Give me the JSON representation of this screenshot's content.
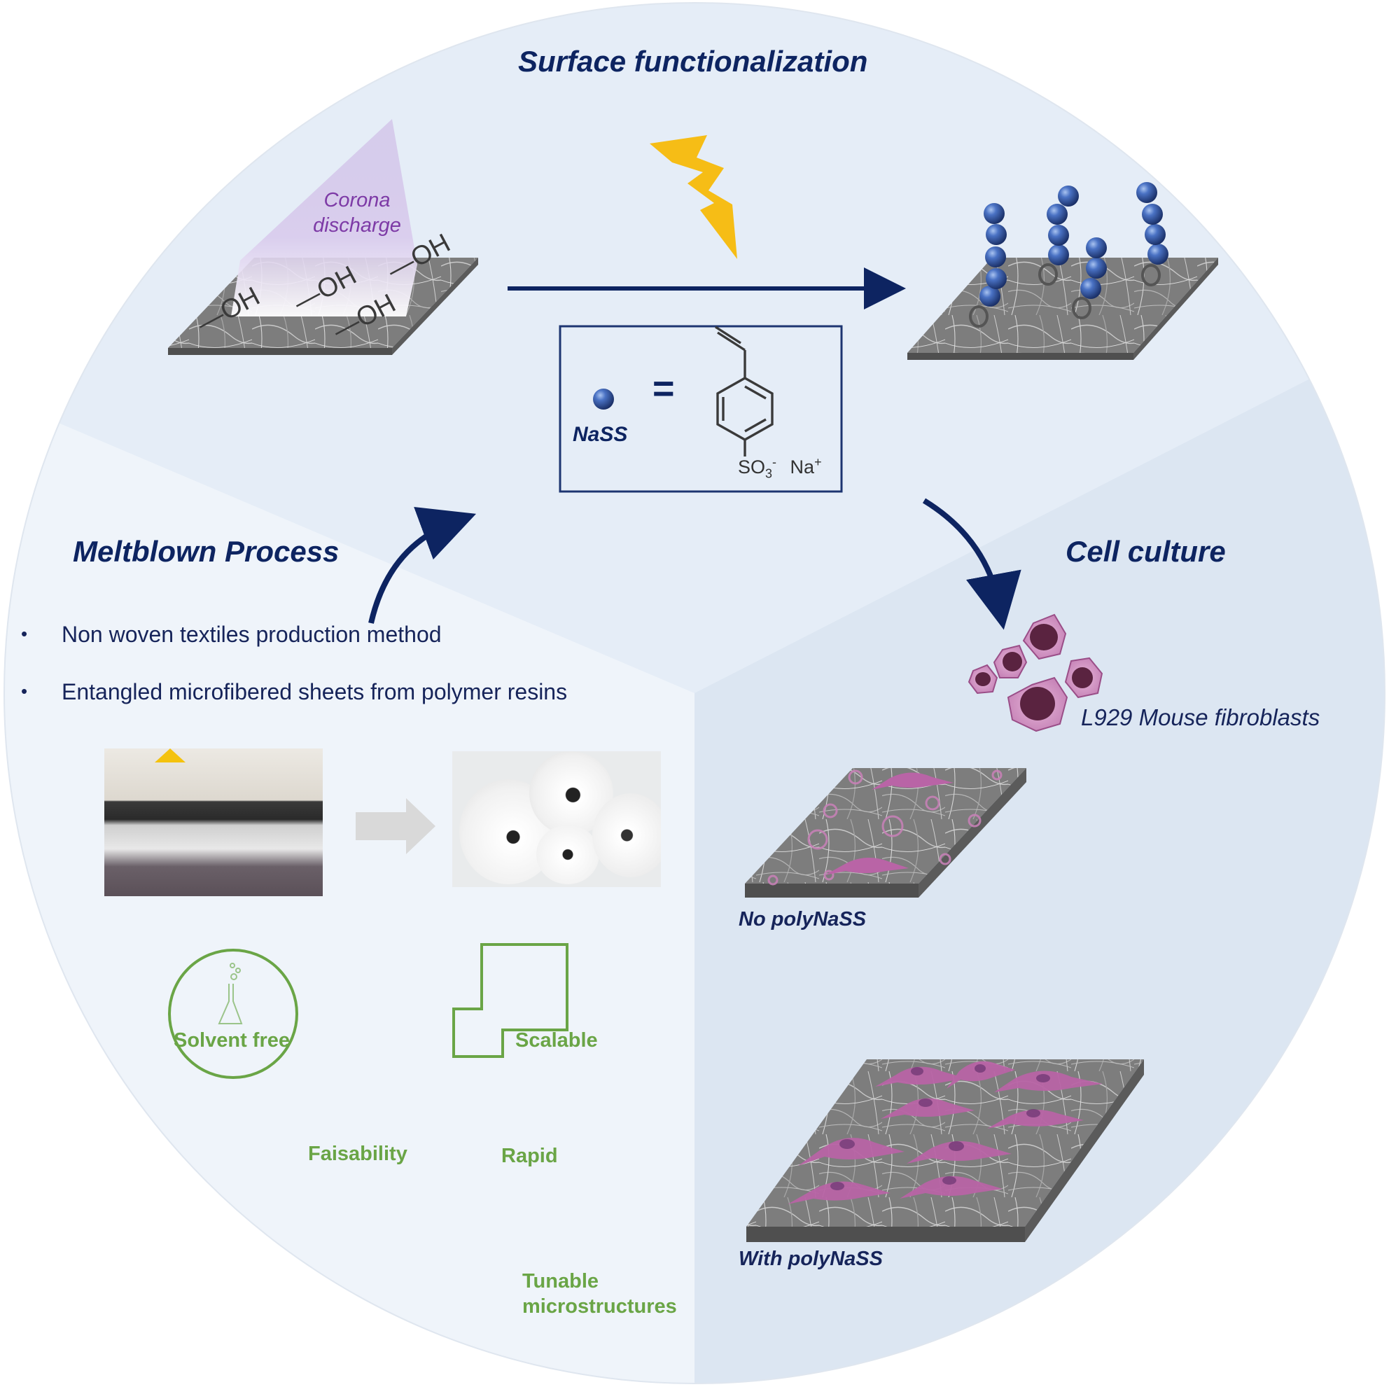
{
  "sections": {
    "surface": {
      "title": "Surface functionalization",
      "corona_line1": "Corona",
      "corona_line2": "discharge",
      "oh_groups": [
        "—OH",
        "—OH",
        "—OH",
        "—OH"
      ],
      "legend": {
        "symbol_label": "NaSS",
        "equals": "=",
        "so3": "SO",
        "so3_sub": "3",
        "so3_sup": "-",
        "na": "Na",
        "na_sup": "+"
      }
    },
    "meltblown": {
      "title": "Meltblown Process",
      "bullets": [
        "Non woven textiles production method",
        "Entangled microfibered sheets from polymer resins"
      ],
      "bullet_symbol": "•",
      "features": {
        "solvent_free": "Solvent free",
        "scalable": "Scalable",
        "faisability": "Faisability",
        "rapid": "Rapid",
        "tunable_line1": "Tunable",
        "tunable_line2": "microstructures"
      }
    },
    "cell": {
      "title": "Cell culture",
      "cells_label": "L929 Mouse fibroblasts",
      "sample_no": "No polyNaSS",
      "sample_with": "With polyNaSS"
    }
  },
  "colors": {
    "navy": "#0d2461",
    "green": "#6aa546",
    "purple": "#7d3aa6",
    "bead_blue": "#3b63b6",
    "cell_pink": "#c67bb4",
    "lightning": "#f6bd16",
    "bg_top": "#e5edf7",
    "bg_left": "#eff4fa",
    "bg_right": "#dce6f2"
  }
}
